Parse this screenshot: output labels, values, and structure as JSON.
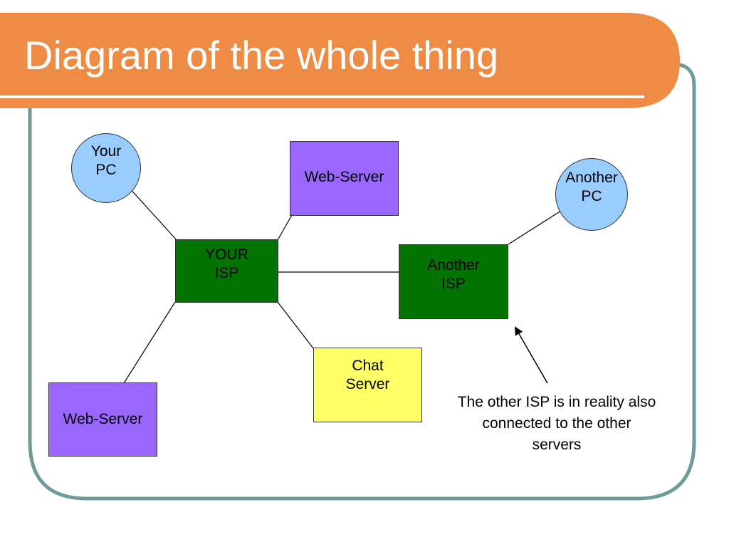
{
  "slide": {
    "title": "Diagram of the whole thing",
    "colors": {
      "header_bg": "#ee8c45",
      "frame_border": "#6e9a9a",
      "isp_fill": "#007300",
      "server_fill": "#9966ff",
      "chat_fill": "#ffff66",
      "pc_fill": "#99ccff"
    }
  },
  "nodes": {
    "your_pc": "Your\nPC",
    "web_server_top": "Web-Server",
    "your_isp": "YOUR\nISP",
    "another_isp": "Another\nISP",
    "another_pc": "Another\nPC",
    "chat_server": "Chat\nServer",
    "web_server_bottom": "Web-Server"
  },
  "annotation": "The other ISP is in reality also connected to the other servers"
}
